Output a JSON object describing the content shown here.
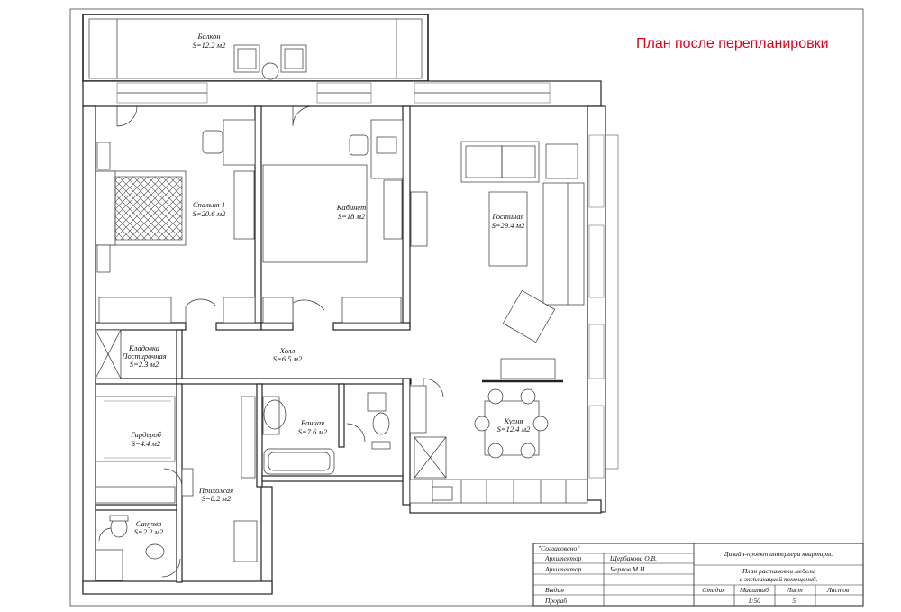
{
  "title": "План после перепланировки",
  "rooms": {
    "balcony": {
      "name": "Балкон",
      "area": "S=12.2 м2"
    },
    "bedroom": {
      "name": "Спальня 1",
      "area": "S=20.6 м2"
    },
    "study": {
      "name": "Кабинет",
      "area": "S=18 м2"
    },
    "living": {
      "name": "Гостиная",
      "area": "S=29.4 м2"
    },
    "storage": {
      "name1": "Кладовка",
      "name2": "Постирочная",
      "area": "S=2.3 м2"
    },
    "hall": {
      "name": "Холл",
      "area": "S=6.5 м2"
    },
    "bathroom": {
      "name": "Ванная",
      "area": "S=7.6 м2"
    },
    "kitchen": {
      "name": "Кухня",
      "area": "S=12.4 м2"
    },
    "wardrobe": {
      "name": "Гардероб",
      "area": "S=4.4 м2"
    },
    "entry": {
      "name": "Прихожая",
      "area": "S=8.2 м2"
    },
    "wc": {
      "name": "Санузел",
      "area": "S=2.2 м2"
    }
  },
  "title_block": {
    "agreed": "\"Согласовано\"",
    "architect1_role": "Архитектор",
    "architect1_name": "Щербакова О.В.",
    "architect2_role": "Архитектор",
    "architect2_name": "Чернов М.Н.",
    "issued": "Выдан",
    "foreman": "Прораб",
    "project": "Дизайн-проект интерьера квартиры.",
    "sheet_title1": "План растановки мебели",
    "sheet_title2": "с экспликацией помещений.",
    "col_stage": "Стадия",
    "col_scale": "Масштаб",
    "col_sheet": "Лист",
    "col_sheets": "Листов",
    "scale": "1:50",
    "sheet_no": "5."
  }
}
